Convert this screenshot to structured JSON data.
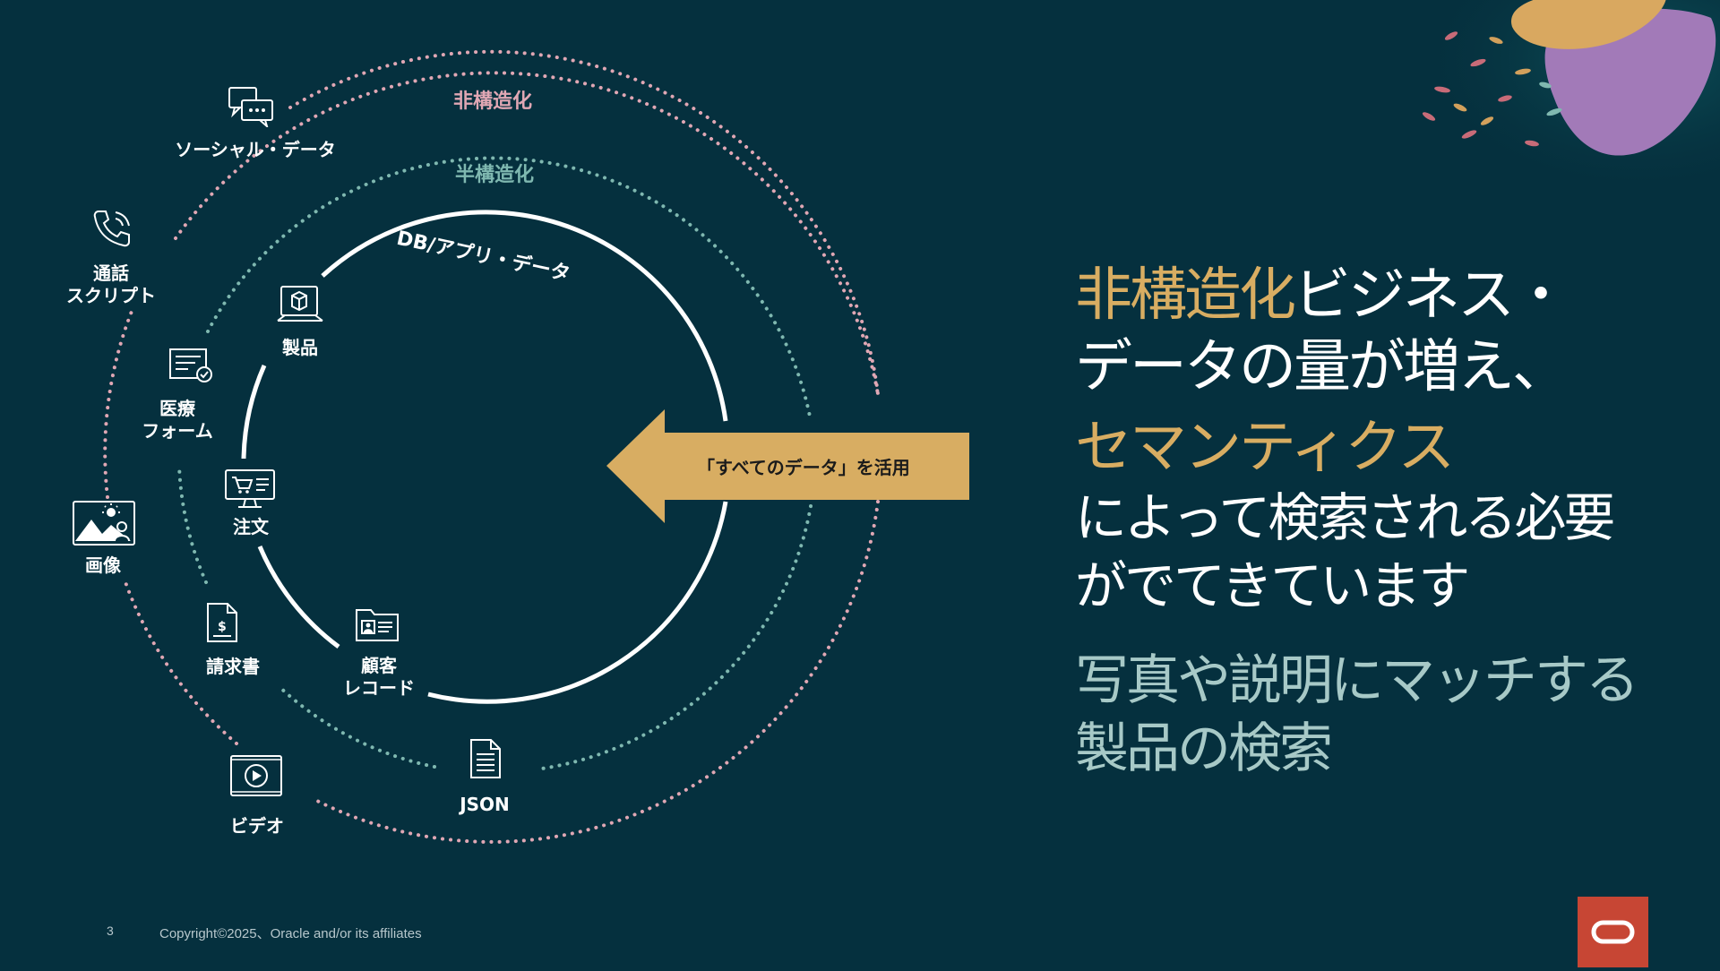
{
  "colors": {
    "background": "#05303e",
    "accent_gold": "#d8ad62",
    "ring_outer": "#e0a7b4",
    "ring_middle": "#7fb8b0",
    "subtext": "#a7c9c7",
    "oracle_red": "#c74634"
  },
  "diagram": {
    "ring_outer_label": "非構造化",
    "ring_middle_label": "半構造化",
    "ring_inner_label": "DB/アプリ・データ",
    "arrow_label": "「すべてのデータ」を活用",
    "items": [
      {
        "key": "social",
        "label": "ソーシャル・データ",
        "icon": "chat-bubbles-icon"
      },
      {
        "key": "call",
        "label_line1": "通話",
        "label_line2": "スクリプト",
        "icon": "phone-icon"
      },
      {
        "key": "image",
        "label": "画像",
        "icon": "image-icon"
      },
      {
        "key": "video",
        "label": "ビデオ",
        "icon": "video-play-icon"
      },
      {
        "key": "medical",
        "label_line1": "医療",
        "label_line2": "フォーム",
        "icon": "form-check-icon"
      },
      {
        "key": "invoice",
        "label": "請求書",
        "icon": "invoice-icon"
      },
      {
        "key": "json",
        "label": "JSON",
        "icon": "document-icon"
      },
      {
        "key": "product",
        "label": "製品",
        "icon": "box-icon"
      },
      {
        "key": "order",
        "label": "注文",
        "icon": "cart-screen-icon"
      },
      {
        "key": "customer",
        "label_line1": "顧客",
        "label_line2": "レコード",
        "icon": "customer-folder-icon"
      }
    ]
  },
  "headline": {
    "line1_gold": "非構造化",
    "line1_white": "ビジネス・",
    "line2": "データの量が増え、",
    "line3_gold": "セマンティクス",
    "line4": "によって検索される必要",
    "line5": "がでてきています"
  },
  "subhead": {
    "line1": "写真や説明にマッチする",
    "line2": "製品の検索"
  },
  "footer": {
    "page_number": "3",
    "copyright": "Copyright©2025、Oracle and/or its affiliates"
  },
  "logo": {
    "icon": "oracle-logo-icon"
  }
}
